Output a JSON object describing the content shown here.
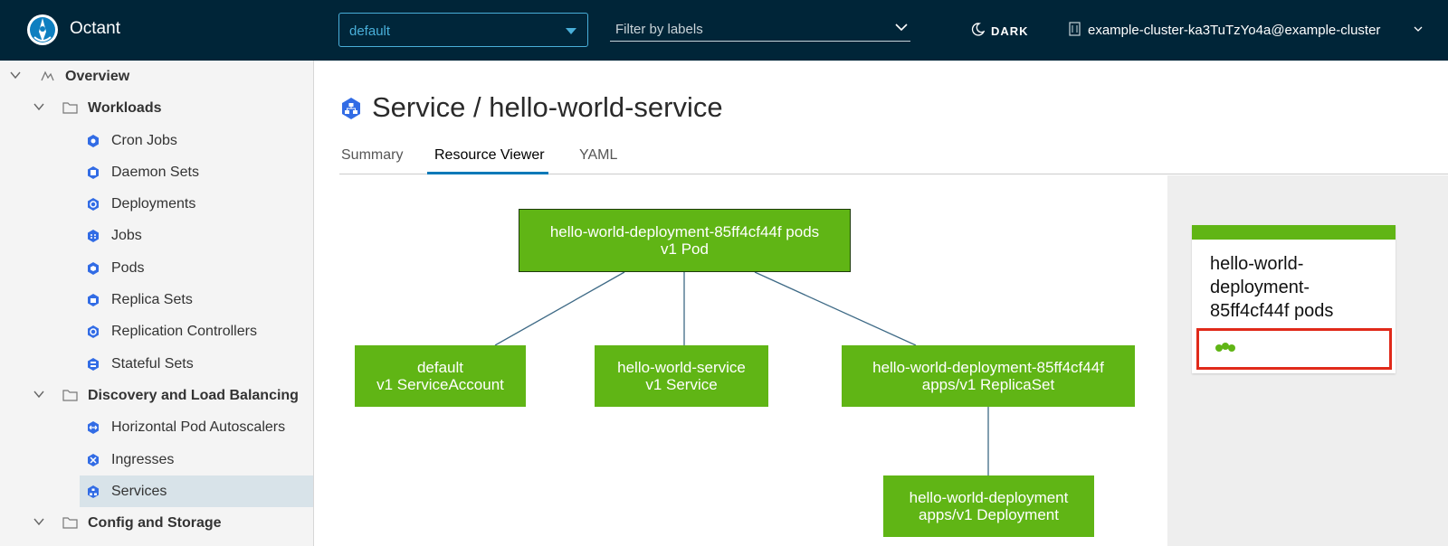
{
  "header": {
    "app_title": "Octant",
    "namespace": "default",
    "filter_placeholder": "Filter by labels",
    "theme_toggle": "DARK",
    "cluster": "example-cluster-ka3TuTzYo4a@example-cluster"
  },
  "sidebar": {
    "overview": "Overview",
    "workloads": {
      "label": "Workloads",
      "items": [
        "Cron Jobs",
        "Daemon Sets",
        "Deployments",
        "Jobs",
        "Pods",
        "Replica Sets",
        "Replication Controllers",
        "Stateful Sets"
      ]
    },
    "discovery": {
      "label": "Discovery and Load Balancing",
      "items": [
        "Horizontal Pod Autoscalers",
        "Ingresses",
        "Services"
      ]
    },
    "config": {
      "label": "Config and Storage"
    }
  },
  "page": {
    "title": "Service / hello-world-service",
    "tabs": [
      "Summary",
      "Resource Viewer",
      "YAML"
    ]
  },
  "graph": {
    "pods": {
      "name": "hello-world-deployment-85ff4cf44f pods",
      "kind": "v1 Pod"
    },
    "service_account": {
      "name": "default",
      "kind": "v1 ServiceAccount"
    },
    "service": {
      "name": "hello-world-service",
      "kind": "v1 Service"
    },
    "replica_set": {
      "name": "hello-world-deployment-85ff4cf44f",
      "kind": "apps/v1 ReplicaSet"
    },
    "deployment": {
      "name": "hello-world-deployment",
      "kind": "apps/v1 Deployment"
    }
  },
  "detail_card": {
    "title": "hello-world-deployment-85ff4cf44f pods",
    "pod_count": 3
  },
  "colors": {
    "header_bg": "#002538",
    "accent": "#49afd9",
    "node_green": "#60b515",
    "highlight_red": "#e02a1a"
  }
}
